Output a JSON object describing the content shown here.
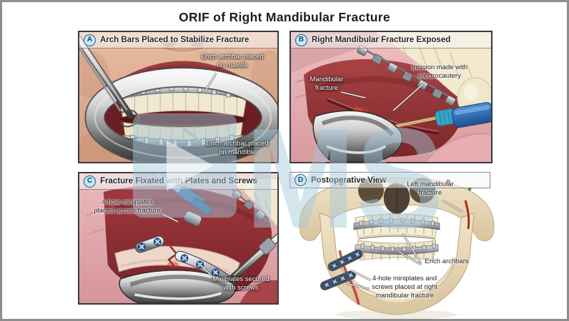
{
  "title": "ORIF of Right Mandibular Fracture",
  "watermark": {
    "text": "MS",
    "logo": "ims-logo"
  },
  "colors": {
    "frame_border": "#8d8d8d",
    "panel_border": "#3a3a3a",
    "badge_fill": "#c8e8f5",
    "badge_border": "#1e5d88",
    "watermark_blue": "#a6c8dc",
    "fracture_red": "#c5332b",
    "screw_blue": "#2f62a0",
    "electrocautery_blue": "#2e74c0"
  },
  "panels": [
    {
      "letter": "A",
      "title": "Arch Bars Placed to Stabilize Fracture",
      "labels": [
        "Erich archbar placed\non maxilla",
        "Erich archbar placed\non mandible"
      ]
    },
    {
      "letter": "B",
      "title": "Right Mandibular Fracture Exposed",
      "labels": [
        "Mandibular\nfracture",
        "Incision made with\nelectrocautery"
      ]
    },
    {
      "letter": "C",
      "title": "Fracture Fixated with Plates and Screws",
      "labels": [
        "4-hole miniplates\nplaced across fracture",
        "Miniplates secured\nwith screws"
      ]
    },
    {
      "letter": "D",
      "title": "Postoperative View",
      "labels": [
        "Left mandibular\nfracture",
        "Erich archbars",
        "4-hole miniplates and\nscrews placed at right\nmandibular fracture"
      ]
    }
  ]
}
